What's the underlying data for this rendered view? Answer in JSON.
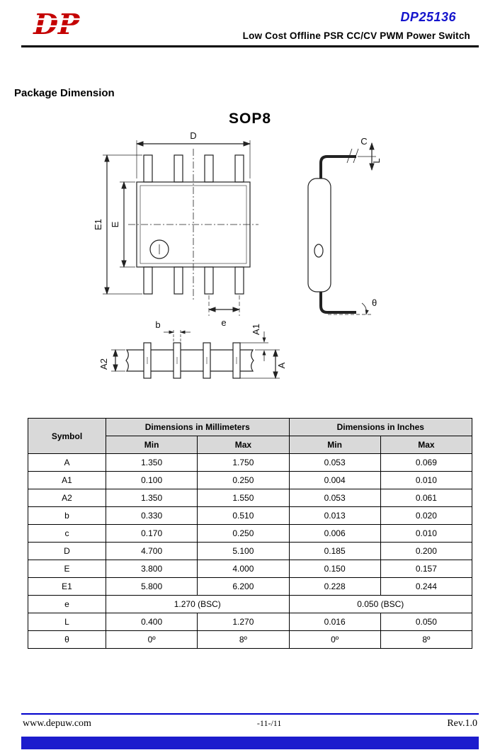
{
  "header": {
    "logo_text": "DP",
    "part_number": "DP25136",
    "subtitle": "Low Cost Offline PSR CC/CV PWM Power Switch"
  },
  "section_title": "Package Dimension",
  "drawing": {
    "title": "SOP8",
    "labels": {
      "D": "D",
      "E1": "E1",
      "E": "E",
      "e": "e",
      "C": "C",
      "L": "L",
      "theta": "θ",
      "b": "b",
      "A1": "A1",
      "A2": "A2",
      "A": "A"
    }
  },
  "table": {
    "headers": {
      "symbol": "Symbol",
      "mm": "Dimensions in Millimeters",
      "inches": "Dimensions in Inches",
      "min": "Min",
      "max": "Max"
    },
    "rows": [
      {
        "symbol": "A",
        "mm_min": "1.350",
        "mm_max": "1.750",
        "in_min": "0.053",
        "in_max": "0.069"
      },
      {
        "symbol": "A1",
        "mm_min": "0.100",
        "mm_max": "0.250",
        "in_min": "0.004",
        "in_max": "0.010"
      },
      {
        "symbol": "A2",
        "mm_min": "1.350",
        "mm_max": "1.550",
        "in_min": "0.053",
        "in_max": "0.061"
      },
      {
        "symbol": "b",
        "mm_min": "0.330",
        "mm_max": "0.510",
        "in_min": "0.013",
        "in_max": "0.020"
      },
      {
        "symbol": "c",
        "mm_min": "0.170",
        "mm_max": "0.250",
        "in_min": "0.006",
        "in_max": "0.010"
      },
      {
        "symbol": "D",
        "mm_min": "4.700",
        "mm_max": "5.100",
        "in_min": "0.185",
        "in_max": "0.200"
      },
      {
        "symbol": "E",
        "mm_min": "3.800",
        "mm_max": "4.000",
        "in_min": "0.150",
        "in_max": "0.157"
      },
      {
        "symbol": "E1",
        "mm_min": "5.800",
        "mm_max": "6.200",
        "in_min": "0.228",
        "in_max": "0.244"
      },
      {
        "symbol": "L",
        "mm_min": "0.400",
        "mm_max": "1.270",
        "in_min": "0.016",
        "in_max": "0.050"
      },
      {
        "symbol": "θ",
        "mm_min": "0º",
        "mm_max": "8º",
        "in_min": "0º",
        "in_max": "8º"
      }
    ],
    "span_row": {
      "symbol": "e",
      "mm": "1.270 (BSC)",
      "inches": "0.050 (BSC)"
    }
  },
  "footer": {
    "website": "www.depuw.com",
    "page": "-11-/11",
    "revision": "Rev.1.0"
  },
  "colors": {
    "part_number_blue": "#1414cc",
    "logo_red": "#c40000",
    "footer_blue": "#1c1ccd",
    "table_header_bg": "#d9d9d9"
  }
}
